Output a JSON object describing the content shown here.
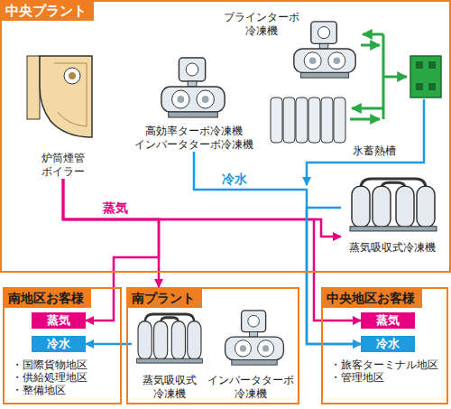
{
  "diagram": {
    "nodes": [
      {
        "text": [
          "中央プラント"
        ]
      },
      {
        "text": [
          "炉筒煙管 ボイラー"
        ],
        "in": 0
      },
      {
        "text": [
          "ブラインターボ 冷凍機"
        ],
        "in": 0
      },
      {
        "text": [
          "高効率ターボ冷凍機 インバータターボ冷凍機"
        ],
        "in": 0
      },
      {
        "text": [
          "氷蓄熱槽"
        ],
        "in": 0
      },
      {
        "text": [
          "蒸気吸収式冷凍機"
        ],
        "in": 0
      },
      {
        "text": [
          "南地区お客様",
          "・国際貨物地区",
          "・供給処理地区",
          "・整備地区"
        ]
      },
      {
        "text": [
          "蒸気"
        ],
        "in": 6
      },
      {
        "text": [
          "冷水"
        ],
        "in": 6
      },
      {
        "text": [
          "南プラント"
        ]
      },
      {
        "text": [
          "蒸気吸収式 冷凍機"
        ],
        "in": 9
      },
      {
        "text": [
          "インバータターボ 冷凍機"
        ],
        "in": 9
      },
      {
        "text": [
          "中央地区お客様",
          "・旅客ターミナル地区",
          "・管理地区"
        ]
      },
      {
        "text": [
          "蒸気"
        ],
        "in": 12
      },
      {
        "text": [
          "冷水"
        ],
        "in": 12
      }
    ],
    "edges": [
      {
        "from": 1,
        "to": 5,
        "label": "蒸気",
        "arrow": "to"
      },
      {
        "from": 1,
        "to": 9,
        "arrow": "to"
      },
      {
        "from": 1,
        "to": 7,
        "arrow": "to"
      },
      {
        "from": 1,
        "to": 13,
        "arrow": "to"
      },
      {
        "from": 3,
        "to": 14,
        "label": "冷水",
        "arrow": "to"
      },
      {
        "from": 5,
        "to": 14,
        "arrow": "to"
      },
      {
        "from": 10,
        "to": 8,
        "arrow": "to"
      }
    ]
  }
}
